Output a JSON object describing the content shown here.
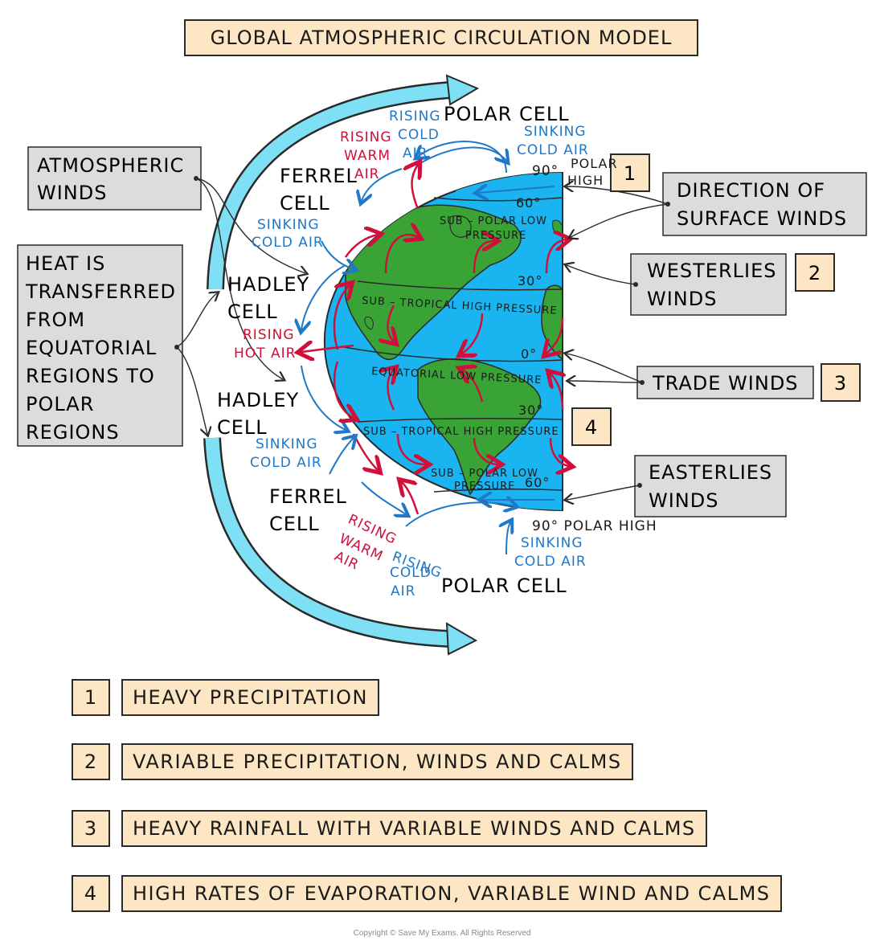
{
  "title": "GLOBAL ATMOSPHERIC CIRCULATION MODEL",
  "cells": {
    "polar_top": "POLAR CELL",
    "ferrel_top_1": "FERREL",
    "ferrel_top_2": "CELL",
    "hadley_top_1": "HADLEY",
    "hadley_top_2": "CELL",
    "hadley_bottom_1": "HADLEY",
    "hadley_bottom_2": "CELL",
    "ferrel_bottom_1": "FERREL",
    "ferrel_bottom_2": "CELL",
    "polar_bottom": "POLAR CELL"
  },
  "air_labels": {
    "rising_cold_top": [
      "RISING",
      "COLD",
      "AIR"
    ],
    "rising_warm_top": [
      "RISING",
      "WARM",
      "AIR"
    ],
    "sinking_cold_top": [
      "SINKING",
      "COLD AIR"
    ],
    "sinking_cold_ferrel_top": [
      "SINKING",
      "COLD AIR"
    ],
    "rising_hot": [
      "RISING",
      "HOT AIR"
    ],
    "sinking_cold_bottom": [
      "SINKING",
      "COLD AIR"
    ],
    "rising_warm_bottom": [
      "RISING",
      "WARM",
      "AIR"
    ],
    "rising_cold_bottom": [
      "RISING",
      "COLD",
      "AIR"
    ],
    "sinking_cold_polar_bottom": [
      "SINKING",
      "COLD AIR"
    ]
  },
  "globe_labels": {
    "deg90_top": "90°",
    "polar_high_top": [
      "POLAR",
      "HIGH"
    ],
    "deg60_top": "60°",
    "sub_polar_top": [
      "SUB – POLAR LOW",
      "PRESSURE"
    ],
    "deg30_top": "30°",
    "sub_tropical_top": "SUB – TROPICAL HIGH PRESSURE",
    "deg0": "0°",
    "equatorial": "EQUATORIAL LOW PRESSURE",
    "deg30_bottom": "30°",
    "sub_tropical_bottom": "SUB – TROPICAL HIGH PRESSURE",
    "sub_polar_bottom": [
      "SUB – POLAR LOW",
      "PRESSURE"
    ],
    "deg60_bottom": "60°",
    "polar_high_bottom": "90° POLAR HIGH"
  },
  "callouts": {
    "atmospheric_winds": [
      "ATMOSPHERIC",
      "WINDS"
    ],
    "heat_transfer": [
      "HEAT IS",
      "TRANSFERRED",
      "FROM",
      "EQUATORIAL",
      "REGIONS TO",
      "POLAR",
      "REGIONS"
    ],
    "direction_surface_winds": [
      "DIRECTION OF",
      "SURFACE WINDS"
    ],
    "westerlies": [
      "WESTERLIES",
      "WINDS"
    ],
    "trade_winds": "TRADE WINDS",
    "easterlies": [
      "EASTERLIES",
      "WINDS"
    ]
  },
  "markers": {
    "m1": "1",
    "m2": "2",
    "m3": "3",
    "m4": "4"
  },
  "key": [
    {
      "num": "1",
      "text": "HEAVY PRECIPITATION"
    },
    {
      "num": "2",
      "text": "VARIABLE PRECIPITATION, WINDS AND CALMS"
    },
    {
      "num": "3",
      "text": "HEAVY RAINFALL WITH VARIABLE WINDS AND CALMS"
    },
    {
      "num": "4",
      "text": "HIGH RATES OF EVAPORATION, VARIABLE WIND AND CALMS"
    }
  ],
  "copyright": "Copyright © Save My Exams. All Rights Reserved",
  "colors": {
    "ocean": "#1ab4f0",
    "land": "#3aa335",
    "warm_arrow": "#d0103a",
    "cold_arrow": "#1f78c8",
    "transfer_arrow": "#7fe0f5",
    "box_fill": "#fde6c3",
    "callout_fill": "#dcdcdc"
  }
}
